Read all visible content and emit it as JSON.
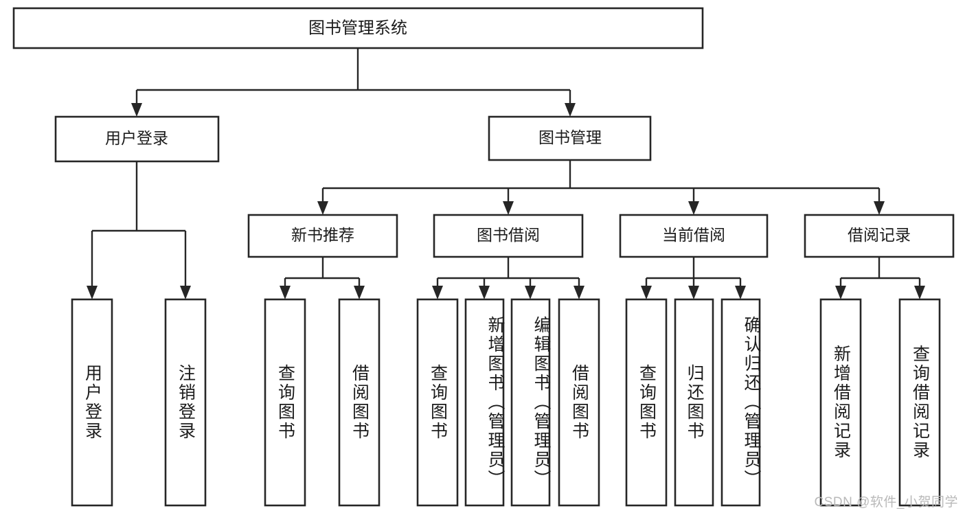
{
  "diagram": {
    "title": "图书管理系统",
    "type": "tree-hierarchy-chart",
    "orientation": "top-down",
    "colors": {
      "box_stroke": "#262626",
      "box_fill": "#ffffff",
      "connector": "#262626",
      "text": "#1b1b1b",
      "background": "#ffffff",
      "watermark": "#b9b9b9"
    },
    "root": {
      "label": "图书管理系统"
    },
    "level2": [
      {
        "label": "用户登录"
      },
      {
        "label": "图书管理"
      }
    ],
    "level3": [
      {
        "label": "新书推荐"
      },
      {
        "label": "图书借阅"
      },
      {
        "label": "当前借阅"
      },
      {
        "label": "借阅记录"
      }
    ],
    "leaves": {
      "user_login": [
        {
          "label": "用户登录"
        },
        {
          "label": "注销登录"
        }
      ],
      "new_book_recommend": [
        {
          "label": "查询图书"
        },
        {
          "label": "借阅图书"
        }
      ],
      "book_borrow": [
        {
          "label": "查询图书"
        },
        {
          "label": "新增图书（管理员）"
        },
        {
          "label": "编辑图书（管理员）"
        },
        {
          "label": "借阅图书"
        }
      ],
      "current_borrow": [
        {
          "label": "查询图书"
        },
        {
          "label": "归还图书"
        },
        {
          "label": "确认归还（管理员）"
        }
      ],
      "borrow_record": [
        {
          "label": "新增借阅记录"
        },
        {
          "label": "查询借阅记录"
        }
      ]
    }
  },
  "watermark": {
    "text": "CSDN @软件_小贺同学"
  }
}
